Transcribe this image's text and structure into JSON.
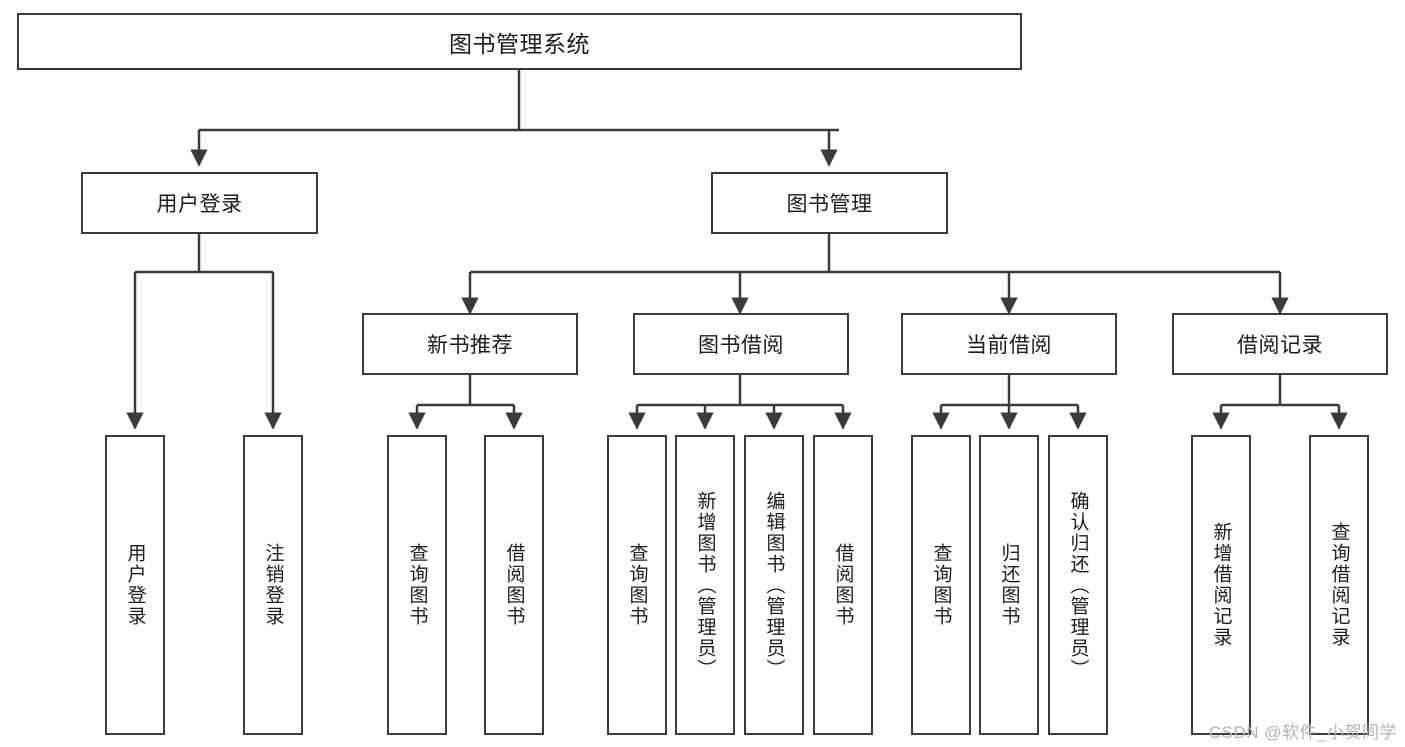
{
  "diagram": {
    "type": "hierarchy-tree",
    "title": "图书管理系统",
    "root": {
      "label": "图书管理系统"
    },
    "level2": [
      {
        "id": "user-login",
        "label": "用户登录"
      },
      {
        "id": "book-management",
        "label": "图书管理"
      }
    ],
    "level3": [
      {
        "id": "new-book-recommend",
        "label": "新书推荐",
        "parent": "book-management"
      },
      {
        "id": "book-borrow",
        "label": "图书借阅",
        "parent": "book-management"
      },
      {
        "id": "current-borrow",
        "label": "当前借阅",
        "parent": "book-management"
      },
      {
        "id": "borrow-record",
        "label": "借阅记录",
        "parent": "book-management"
      }
    ],
    "leaves": [
      {
        "id": "leaf-user-login",
        "label": "用户登录",
        "parent": "user-login"
      },
      {
        "id": "leaf-logout",
        "label": "注销登录",
        "parent": "user-login"
      },
      {
        "id": "leaf-query-book-1",
        "label": "查询图书",
        "parent": "new-book-recommend"
      },
      {
        "id": "leaf-borrow-book-1",
        "label": "借阅图书",
        "parent": "new-book-recommend"
      },
      {
        "id": "leaf-query-book-2",
        "label": "查询图书",
        "parent": "book-borrow"
      },
      {
        "id": "leaf-add-book",
        "label": "新增图书（管理员）",
        "parent": "book-borrow"
      },
      {
        "id": "leaf-edit-book",
        "label": "编辑图书（管理员）",
        "parent": "book-borrow"
      },
      {
        "id": "leaf-borrow-book-2",
        "label": "借阅图书",
        "parent": "book-borrow"
      },
      {
        "id": "leaf-query-book-3",
        "label": "查询图书",
        "parent": "current-borrow"
      },
      {
        "id": "leaf-return-book",
        "label": "归还图书",
        "parent": "current-borrow"
      },
      {
        "id": "leaf-confirm-return",
        "label": "确认归还（管理员）",
        "parent": "current-borrow"
      },
      {
        "id": "leaf-add-record",
        "label": "新增借阅记录",
        "parent": "borrow-record"
      },
      {
        "id": "leaf-query-record",
        "label": "查询借阅记录",
        "parent": "borrow-record"
      }
    ],
    "colors": {
      "border": "#3b3b3b",
      "background": "#ffffff",
      "text": "#1c1c1c",
      "watermark": "#b4b4b4"
    }
  },
  "watermark": {
    "text": "CSDN @软件_小贺同学"
  }
}
